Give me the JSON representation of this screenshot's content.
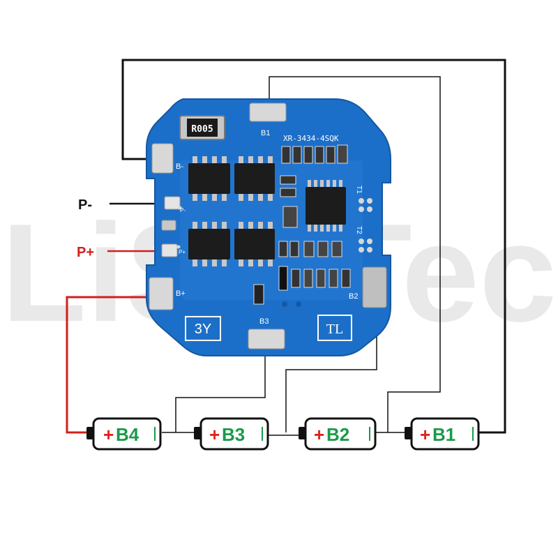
{
  "colors": {
    "board": "#1c6fc8",
    "board_dark": "#14579f",
    "wire_black": "#111111",
    "wire_red": "#d0201c",
    "battery_green": "#1a9a4a",
    "battery_red": "#e2231a",
    "watermark": "#e6e6e6"
  },
  "watermark": "LiSOTec",
  "terminals": {
    "p_minus": "P-",
    "p_plus": "P+"
  },
  "board": {
    "resistor_code": "R005",
    "chip_code": "XR-3434-4SQK",
    "silk": {
      "b1": "B1",
      "b2": "B2",
      "b3": "B3",
      "b_minus": "B-",
      "b_plus": "B+",
      "t1": "T1",
      "t2": "T2",
      "p_minus_small": "P-",
      "p_plus_small": "P+"
    },
    "badge_left": "3Y",
    "badge_right": "TL"
  },
  "batteries": [
    {
      "id": "b4",
      "plus": "+",
      "label": "B4"
    },
    {
      "id": "b3",
      "plus": "+",
      "label": "B3"
    },
    {
      "id": "b2",
      "plus": "+",
      "label": "B2"
    },
    {
      "id": "b1",
      "plus": "+",
      "label": "B1"
    }
  ]
}
